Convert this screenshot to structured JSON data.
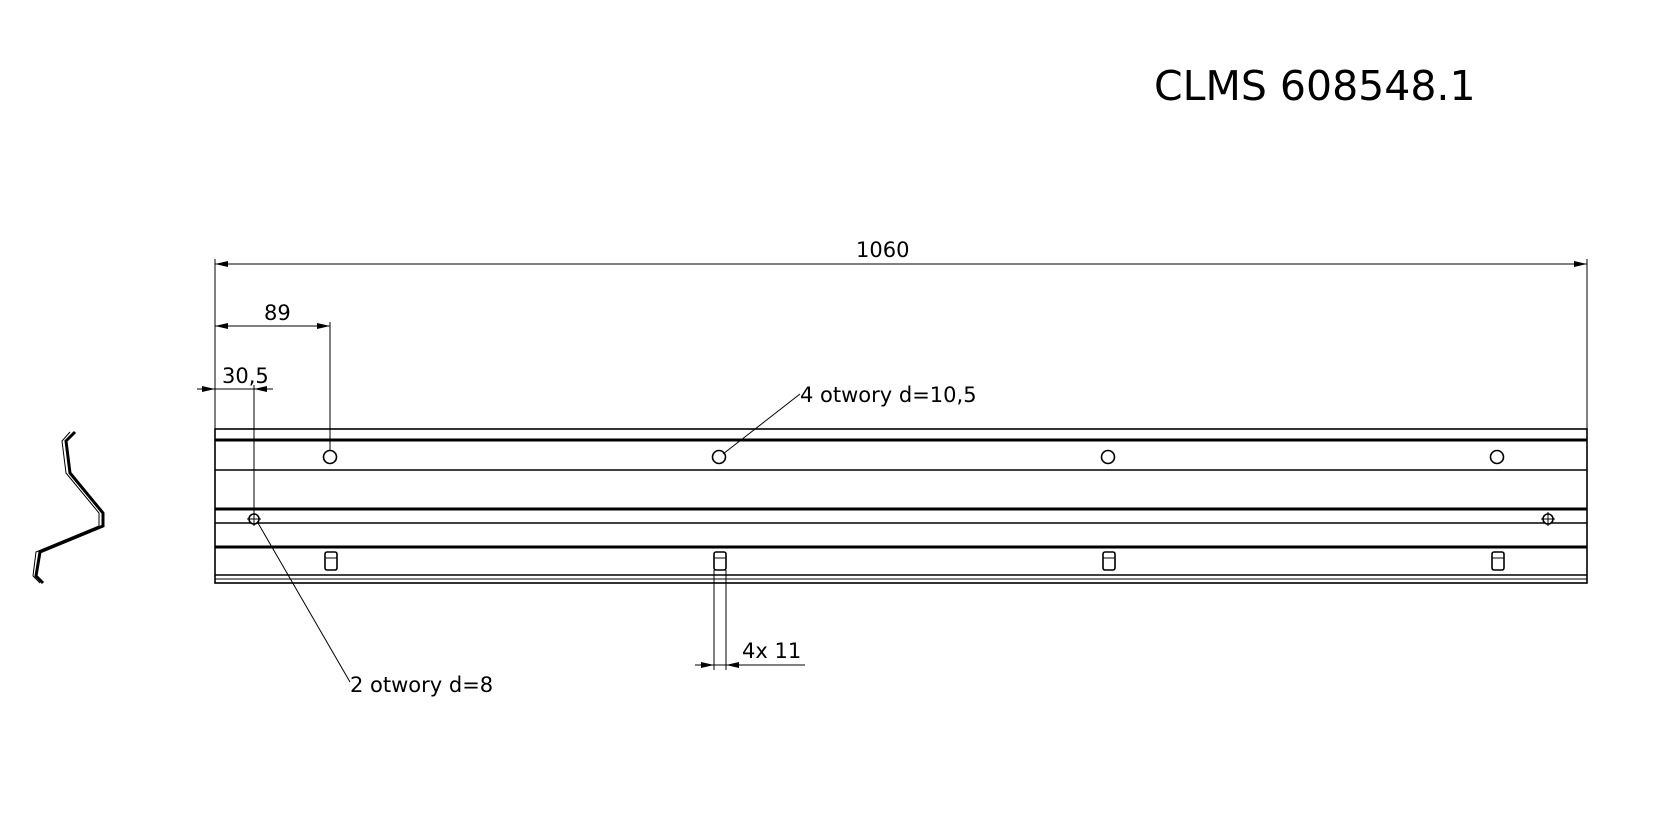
{
  "drawing": {
    "title": "CLMS 608548.1",
    "dimensions": {
      "overall_length": "1060",
      "first_hole_offset": "89",
      "small_hole_offset": "30,5",
      "slot_width": "4x 11"
    },
    "callouts": {
      "large_holes": "4 otwory d=10,5",
      "small_holes": "2 otwory d=8"
    }
  }
}
